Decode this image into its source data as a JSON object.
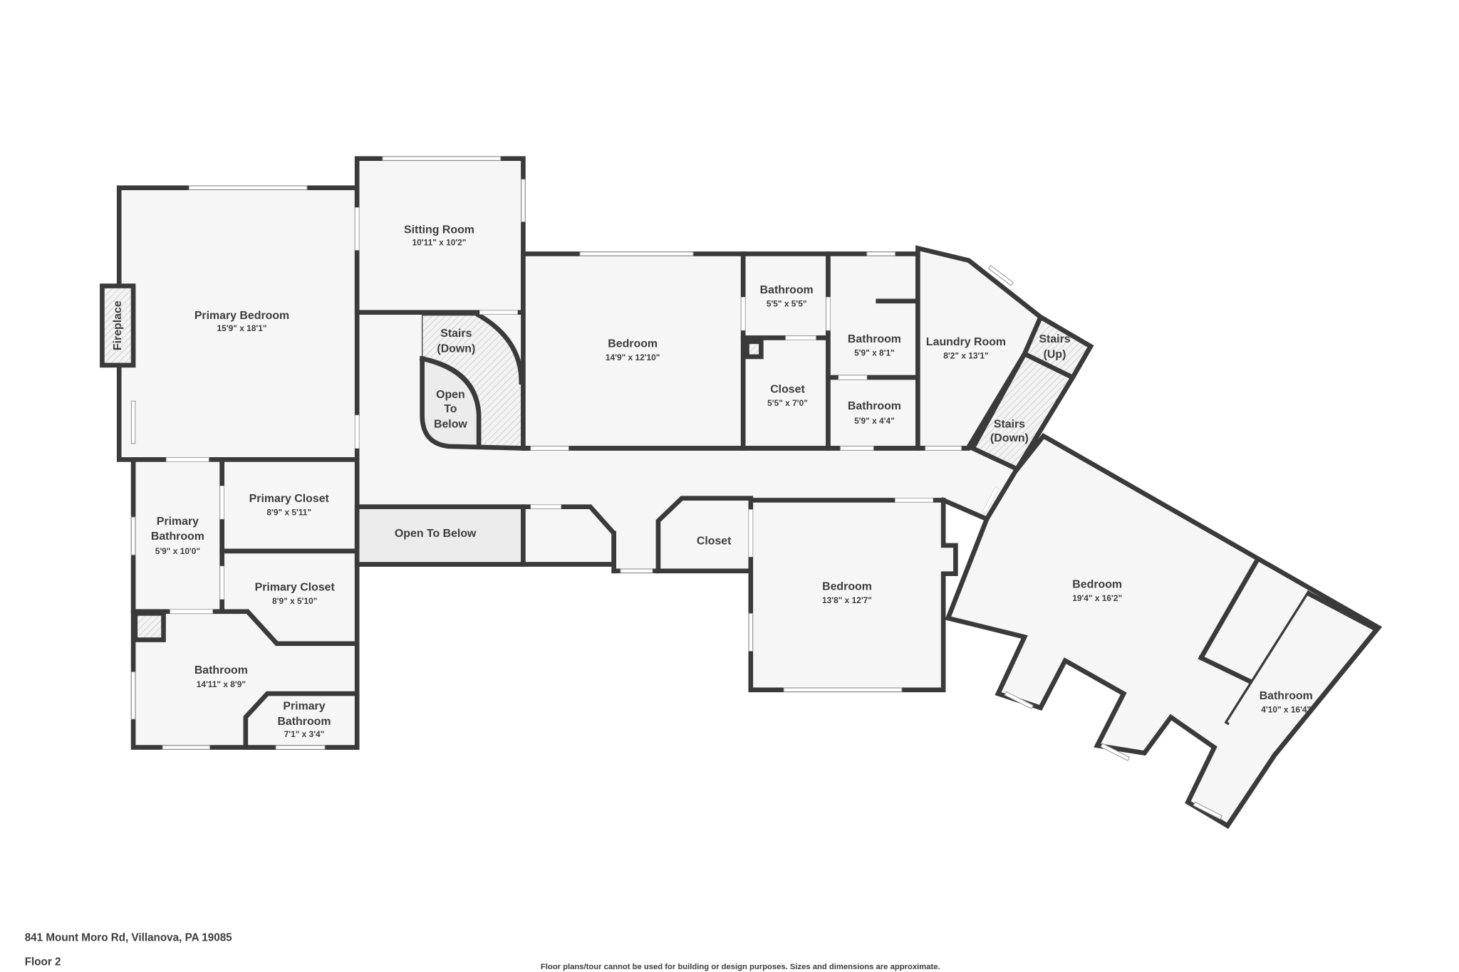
{
  "colors": {
    "wall": "#3a3a3a",
    "floor": "#f6f6f6",
    "open_to_below": "#ececec",
    "text": "#3d3d3d"
  },
  "rooms": {
    "primary_bedroom": {
      "name": [
        "Primary Bedroom"
      ],
      "dims": "15'9\" x 18'1\""
    },
    "fireplace": {
      "name": [
        "Fireplace"
      ]
    },
    "sitting_room": {
      "name": [
        "Sitting Room"
      ],
      "dims": "10'11\" x 10'2\""
    },
    "stairs_down_curved": {
      "name": [
        "Stairs",
        "(Down)"
      ]
    },
    "open_to_below_curved": {
      "name": [
        "Open",
        "To",
        "Below"
      ]
    },
    "bedroom_1": {
      "name": [
        "Bedroom"
      ],
      "dims": "14'9\" x 12'10\""
    },
    "bathroom_1": {
      "name": [
        "Bathroom"
      ],
      "dims": "5'5\" x 5'5\""
    },
    "closet_1": {
      "name": [
        "Closet"
      ],
      "dims": "5'5\" x 7'0\""
    },
    "bathroom_2": {
      "name": [
        "Bathroom"
      ],
      "dims": "5'9\" x 8'1\""
    },
    "bathroom_3": {
      "name": [
        "Bathroom"
      ],
      "dims": "5'9\" x 4'4\""
    },
    "laundry_room": {
      "name": [
        "Laundry Room"
      ],
      "dims": "8'2\" x 13'1\""
    },
    "stairs_up": {
      "name": [
        "Stairs",
        "(Up)"
      ]
    },
    "stairs_down": {
      "name": [
        "Stairs",
        "(Down)"
      ]
    },
    "primary_closet_1": {
      "name": [
        "Primary Closet"
      ],
      "dims": "8'9\" x 5'11\""
    },
    "primary_bathroom_1": {
      "name": [
        "Primary",
        "Bathroom"
      ],
      "dims": "5'9\" x 10'0\""
    },
    "open_to_below": {
      "name": [
        "Open To Below"
      ]
    },
    "primary_closet_2": {
      "name": [
        "Primary Closet"
      ],
      "dims": "8'9\" x 5'10\""
    },
    "closet_2": {
      "name": [
        "Closet"
      ]
    },
    "bedroom_2": {
      "name": [
        "Bedroom"
      ],
      "dims": "13'8\" x 12'7\""
    },
    "bedroom_3": {
      "name": [
        "Bedroom"
      ],
      "dims": "19'4\" x 16'2\""
    },
    "bathroom_4": {
      "name": [
        "Bathroom"
      ],
      "dims": "14'11\" x 8'9\""
    },
    "primary_bathroom_2": {
      "name": [
        "Primary",
        "Bathroom"
      ],
      "dims": "7'1\" x 3'4\""
    },
    "bathroom_5": {
      "name": [
        "Bathroom"
      ],
      "dims": "4'10\" x 16'4\""
    }
  },
  "footer": {
    "address": "841 Mount Moro Rd, Villanova, PA 19085",
    "floor": "Floor 2",
    "disclaimer": "Floor plans/tour cannot be used for building or design purposes. Sizes and dimensions are approximate."
  }
}
